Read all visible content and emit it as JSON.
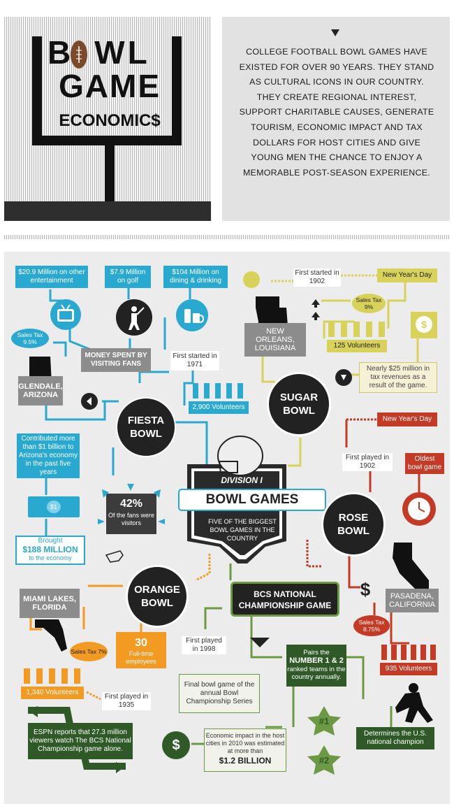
{
  "title": {
    "line1": "B",
    "line1b": "WL",
    "line2": "GAME",
    "line3": "ECONOMIC$"
  },
  "intro": {
    "text": "COLLEGE FOOTBALL BOWL GAMES HAVE EXISTED FOR OVER 90 YEARS. THEY STAND AS CULTURAL ICONS IN OUR COUNTRY. THEY CREATE REGIONAL INTEREST, SUPPORT CHARITABLE CAUSES, GENERATE TOURISM, ECONOMIC IMPACT AND TAX DOLLARS FOR HOST CITIES AND GIVE YOUNG MEN THE CHANCE TO ENJOY A MEMORABLE POST-SEASON EXPERIENCE."
  },
  "center": {
    "division": "DIVISION I",
    "title": "BOWL GAMES",
    "subtitle": "FIVE OF THE BIGGEST BOWL GAMES IN THE COUNTRY"
  },
  "fiesta": {
    "name": "FIESTA BOWL",
    "entertainment": "$20.9 Million on other entertainment",
    "golf": "$7.9 Million on golf",
    "dining": "$104 Million on dining & drinking",
    "money_spent": "MONEY SPENT BY VISITING FANS",
    "sales_tax": "Sales Tax 9.5%",
    "city": "GLENDALE, ARIZONA",
    "first_started": "First started in 1971",
    "volunteers": "2,900 Volunteers",
    "contributed": "Contributed more than $1 billion to Arizona's economy in the past five years",
    "fans_pct": "42%",
    "fans_text": "Of the fans were visitors",
    "brought": "Brought",
    "brought_amount": "$188 MILLION",
    "brought_suffix": "to the economy",
    "bill_label": "$1"
  },
  "sugar": {
    "name": "SUGAR BOWL",
    "first_started": "First started in 1902",
    "date": "New Year's Day",
    "sales_tax": "Sales Tax 9%",
    "city": "NEW ORLEANS, LOUISIANA",
    "volunteers": "125 Volunteers",
    "tax_revenue": "Nearly $25 million in tax revenues as a result of the game.",
    "money_bag": "$"
  },
  "rose": {
    "name": "ROSE BOWL",
    "date": "New Year's Day",
    "first_played": "First played in 1902",
    "oldest": "Oldest bowl game",
    "city": "PASADENA, CALIFORNIA",
    "sales_tax": "Sales Tax 8.75%",
    "volunteers": "935 Volunteers",
    "dollar": "$"
  },
  "orange": {
    "name": "ORANGE BOWL",
    "city": "MIAMI LAKES, FLORIDA",
    "sales_tax": "Sales Tax 7%",
    "employees_num": "30",
    "employees_text": "Full-time employees",
    "volunteers": "1,340 Volunteers",
    "first_played": "First played in 1935"
  },
  "bcs": {
    "name": "BCS NATIONAL CHAMPIONSHIP GAME",
    "first_played": "First played in 1998",
    "pairs_top": "Pairs the",
    "pairs_big": "NUMBER 1 & 2",
    "pairs_bottom": "ranked teams in the country annually.",
    "final": "Final bowl game of the annual Bowl Championship Series",
    "espn": "ESPN reports that 27.3 million viewers watch The BCS National Championship game alone.",
    "impact": "Economic impact in the host cities in 2010 was estimated at more than",
    "impact_amount": "$1.2 BILLION",
    "determines": "Determines the U.S. national champion",
    "star1": "#1",
    "star2": "#2",
    "dollar": "$"
  },
  "colors": {
    "cyan": "#29a9cf",
    "yellow": "#d8d25a",
    "red": "#c33a25",
    "orange": "#f29a22",
    "green": "#2f5a27",
    "dark": "#222222"
  }
}
